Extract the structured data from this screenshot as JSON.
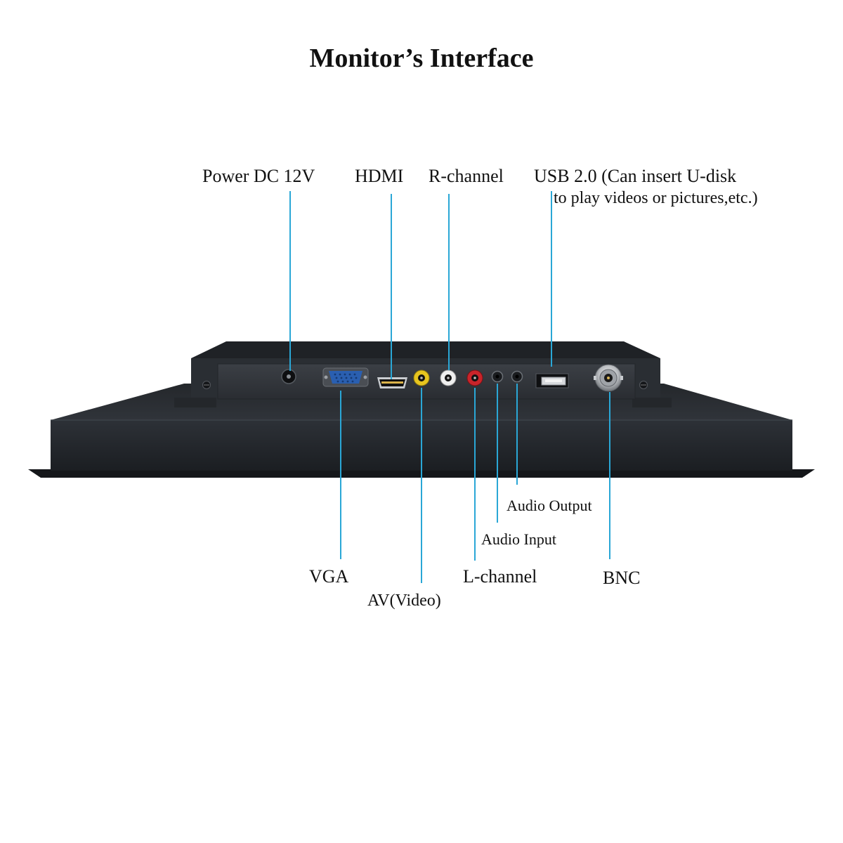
{
  "title": "Monitor’s Interface",
  "colors": {
    "callout_line": "#2aa7d6",
    "chassis_dark": "#1e2125",
    "chassis_mid": "#2b2f34",
    "panel": "#34383d",
    "background": "#ffffff"
  },
  "labels": {
    "power": "Power DC 12V",
    "hdmi": "HDMI",
    "r_channel": "R-channel",
    "usb_line1": "USB 2.0 (Can insert U-disk",
    "usb_line2": "to play videos or pictures,etc.)",
    "vga": "VGA",
    "av_video": "AV(Video)",
    "l_channel": "L-channel",
    "audio_input": "Audio Input",
    "audio_output": "Audio Output",
    "bnc": "BNC"
  },
  "ports": [
    {
      "id": "power",
      "icon": "dc-jack-icon"
    },
    {
      "id": "vga",
      "icon": "vga-port-icon"
    },
    {
      "id": "hdmi",
      "icon": "hdmi-port-icon"
    },
    {
      "id": "av_video",
      "icon": "rca-yellow-icon"
    },
    {
      "id": "r_channel",
      "icon": "rca-white-icon"
    },
    {
      "id": "l_channel",
      "icon": "rca-red-icon"
    },
    {
      "id": "audio_input",
      "icon": "audio-jack-icon"
    },
    {
      "id": "audio_output",
      "icon": "audio-jack-icon"
    },
    {
      "id": "usb",
      "icon": "usb-port-icon"
    },
    {
      "id": "bnc",
      "icon": "bnc-connector-icon"
    }
  ]
}
